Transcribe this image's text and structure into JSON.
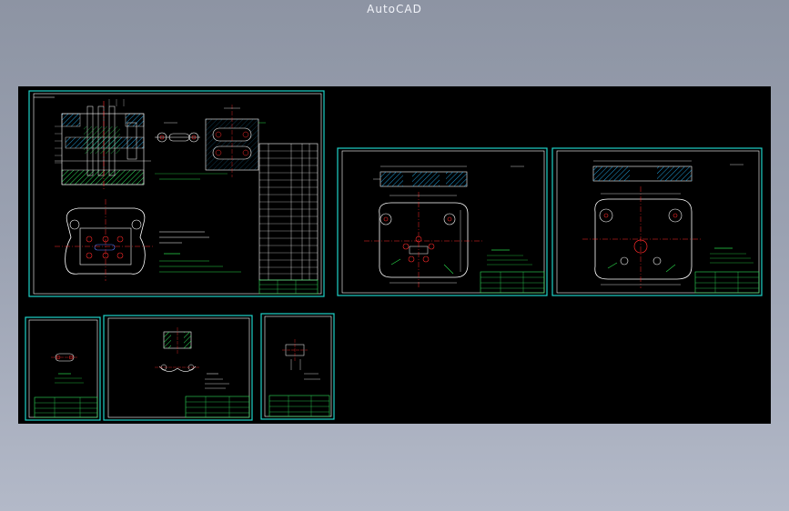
{
  "window": {
    "title": "AutoCAD",
    "background_top": "#8d94a3",
    "background_bottom": "#b3b9c8"
  },
  "canvas": {
    "background": "#000000",
    "line_colors": {
      "border": "#1fd3c9",
      "geometry": "#ffffff",
      "centerline": "#ff2a2a",
      "dimension": "#29d84a",
      "title_block": "#2ee05a",
      "hatch": "#1f9bd6"
    }
  },
  "sheets": [
    {
      "id": "assembly-drawing",
      "kind": "assembly"
    },
    {
      "id": "part-drawing-2",
      "kind": "part"
    },
    {
      "id": "part-drawing-3",
      "kind": "part"
    },
    {
      "id": "part-drawing-4",
      "kind": "part"
    },
    {
      "id": "part-drawing-5",
      "kind": "part"
    },
    {
      "id": "part-drawing-6",
      "kind": "part"
    }
  ]
}
